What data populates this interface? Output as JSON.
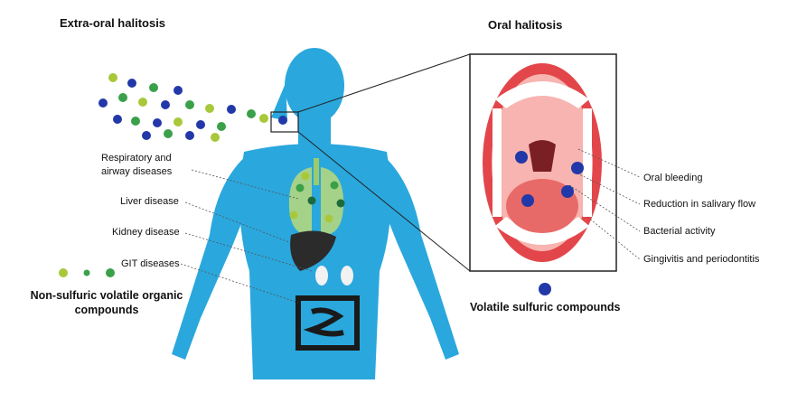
{
  "header": {
    "extra_title": "Extra-oral halitosis",
    "oral_title": "Oral halitosis"
  },
  "extra_oral_causes": [
    {
      "label": "Respiratory and\nairway diseases"
    },
    {
      "label": "Liver disease"
    },
    {
      "label": "Kidney disease"
    },
    {
      "label": "GIT diseases"
    }
  ],
  "oral_causes": [
    {
      "label": "Oral bleeding"
    },
    {
      "label": "Reduction in salivary flow"
    },
    {
      "label": "Bacterial activity"
    },
    {
      "label": "Gingivitis and periodontitis"
    }
  ],
  "legend": {
    "non_sulfuric": "Non-sulfuric volatile organic\ncompounds",
    "sulfuric": "Volatile sulfuric compounds"
  },
  "colors": {
    "body": "#2aa7dd",
    "non_sulfuric_green": "#3aa04a",
    "lime": "#a8c83a",
    "sulfuric_blue": "#2338a8",
    "mouth_red": "#e3464a"
  }
}
